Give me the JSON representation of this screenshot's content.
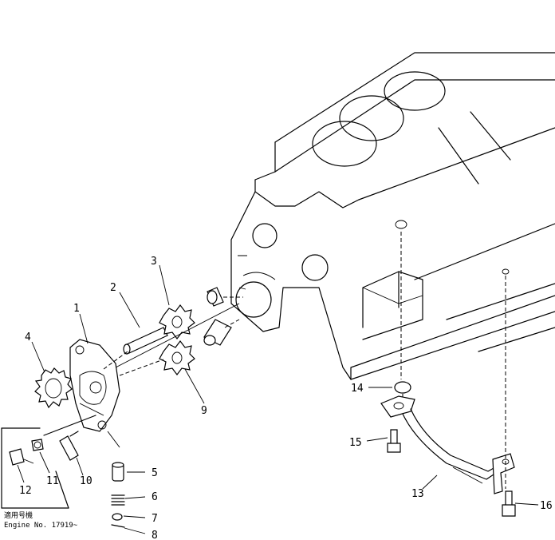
{
  "callouts": [
    {
      "id": "1",
      "label": "1"
    },
    {
      "id": "2",
      "label": "2"
    },
    {
      "id": "3",
      "label": "3"
    },
    {
      "id": "4",
      "label": "4"
    },
    {
      "id": "5",
      "label": "5"
    },
    {
      "id": "6",
      "label": "6"
    },
    {
      "id": "7",
      "label": "7"
    },
    {
      "id": "8",
      "label": "8"
    },
    {
      "id": "9",
      "label": "9"
    },
    {
      "id": "10",
      "label": "10"
    },
    {
      "id": "11",
      "label": "11"
    },
    {
      "id": "12",
      "label": "12"
    },
    {
      "id": "13",
      "label": "13"
    },
    {
      "id": "14",
      "label": "14"
    },
    {
      "id": "15",
      "label": "15"
    },
    {
      "id": "16",
      "label": "16"
    }
  ],
  "applicability_note": {
    "line1": "適用号機",
    "line2": "Engine  No. 17919~"
  }
}
